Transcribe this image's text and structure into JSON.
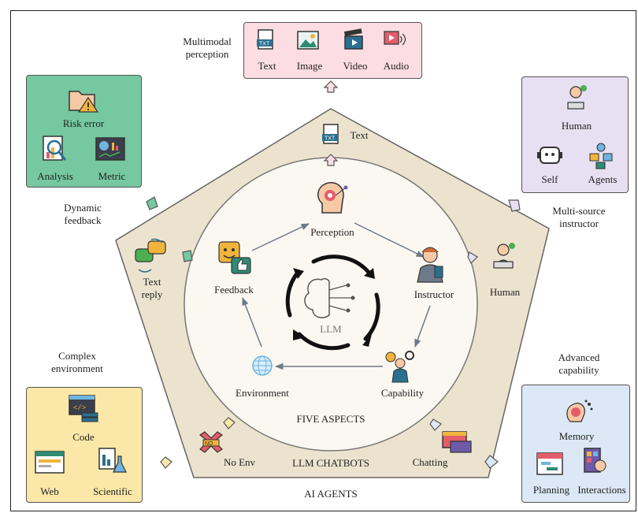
{
  "center": {
    "title": "LLM",
    "aspects_caption": "FIVE ASPECTS"
  },
  "cycle": {
    "perception": "Perception",
    "instructor": "Instructor",
    "capability": "Capability",
    "environment": "Environment",
    "feedback": "Feedback"
  },
  "chatbots": {
    "caption": "LLM CHATBOTS",
    "text": "Text",
    "human": "Human",
    "chatting": "Chatting",
    "no_env": "No Env",
    "text_reply": "Text\nreply"
  },
  "agents": {
    "caption": "AI AGENTS",
    "multimodal": {
      "title": "Multimodal\nperception",
      "items": [
        "Text",
        "Image",
        "Video",
        "Audio"
      ]
    },
    "instructor": {
      "title": "Multi-source\ninstructor",
      "items": [
        "Human",
        "Self",
        "Agents"
      ]
    },
    "capability": {
      "title": "Advanced\ncapability",
      "items": [
        "Memory",
        "Planning",
        "Interactions"
      ]
    },
    "environment": {
      "title": "Complex\nenvironment",
      "items": [
        "Code",
        "Web",
        "Scientific"
      ]
    },
    "feedback": {
      "title": "Dynamic\nfeedback",
      "items": [
        "Risk error",
        "Analysis",
        "Metric"
      ]
    }
  },
  "colors": {
    "pentagon": "#ece3cf",
    "inner_circle": "#fbf8f1",
    "multimodal_box": "#fbdde3",
    "instructor_box": "#e6e0f2",
    "capability_box": "#dce8f6",
    "environment_box": "#fbe8a8",
    "feedback_box": "#76c8a0"
  },
  "icons": [
    "document-icon",
    "image-icon",
    "video-clapper-icon",
    "audio-icon",
    "person-laptop-icon",
    "robot-icon",
    "agents-network-icon",
    "brain-gears-icon",
    "calendar-icon",
    "phone-touch-icon",
    "code-window-icon",
    "web-window-icon",
    "lab-flask-icon",
    "folder-warning-icon",
    "magnifier-chart-icon",
    "dashboard-icon",
    "head-network-icon",
    "worker-icon",
    "lightbulb-person-icon",
    "globe-icon",
    "thumbs-up-icon",
    "brain-circuit-icon",
    "chat-bubbles-icon",
    "no-entry-icon",
    "chat-window-icon",
    "cycle-arrows-icon",
    "arrow-icon"
  ]
}
